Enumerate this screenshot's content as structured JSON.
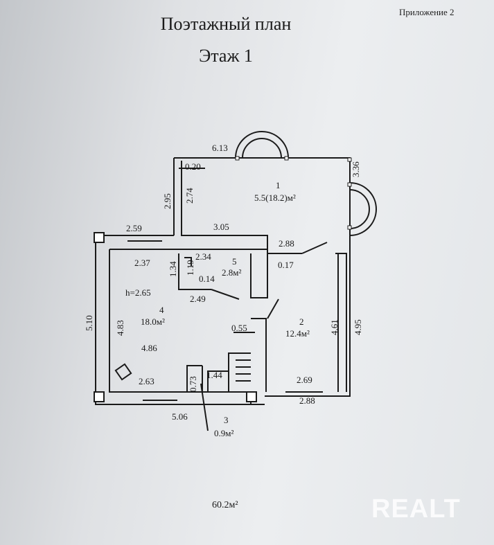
{
  "header": {
    "appendix": "Приложение 2",
    "title": "Поэтажный план",
    "floor": "Этаж 1"
  },
  "dimensions": {
    "d_6_13": "6.13",
    "d_0_20": "0.20",
    "d_3_36": "3.36",
    "d_2_95": "2.95",
    "d_2_74": "2.74",
    "d_2_59": "2.59",
    "d_3_05": "3.05",
    "d_2_88_top": "2.88",
    "d_0_17": "0.17",
    "d_2_37": "2.37",
    "d_1_34": "1.34",
    "d_1_19": "1.19",
    "d_2_34": "2.34",
    "d_0_14": "0.14",
    "d_2_49": "2.49",
    "d_h": "h=2.65",
    "d_4_83": "4.83",
    "d_5_10": "5.10",
    "d_4_86": "4.86",
    "d_0_55": "0.55",
    "d_4_61": "4.61",
    "d_4_95": "4.95",
    "d_2_63": "2.63",
    "d_0_73": "0.73",
    "d_1_44": "1.44",
    "d_2_69": "2.69",
    "d_2_88_bottom": "2.88",
    "d_5_06": "5.06"
  },
  "rooms": [
    {
      "number": "1",
      "area": "5.5(18.2)м²"
    },
    {
      "number": "2",
      "area": "12.4м²"
    },
    {
      "number": "3",
      "area": "0.9м²"
    },
    {
      "number": "4",
      "area": "18.0м²"
    },
    {
      "number": "5",
      "area": "2.8м²"
    }
  ],
  "total_area": "60.2м²",
  "watermark": "REALT"
}
